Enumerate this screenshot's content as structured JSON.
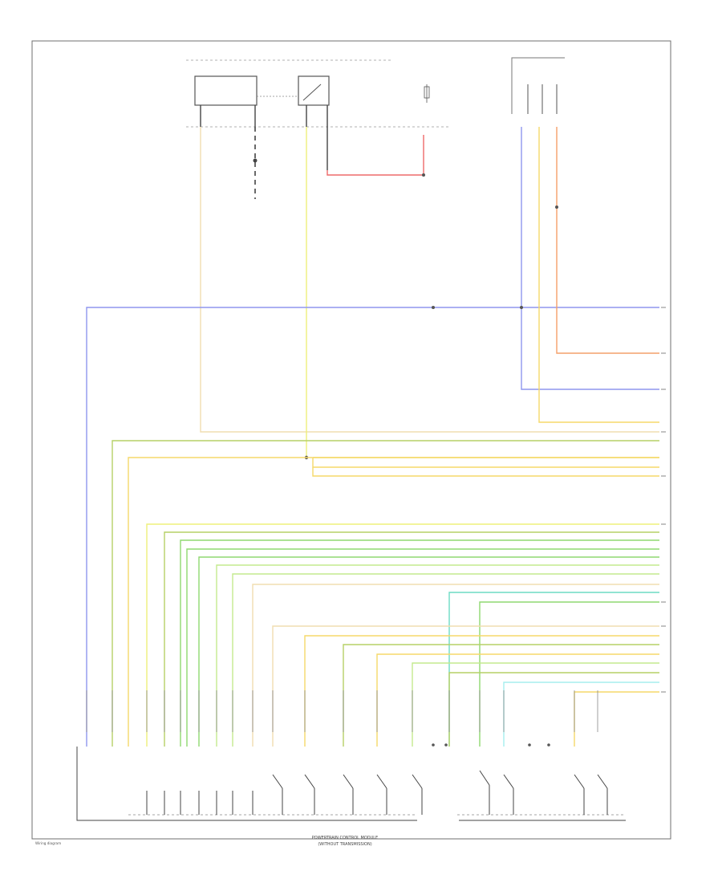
{
  "footer_caption": {
    "line1": "POWERTRAIN CONTROL MODULE",
    "line2": "(WITHOUT TRANSMISSION)"
  },
  "page_ref": "Wiring diagram",
  "colors": {
    "frame": "#6f6f6f",
    "blue": "#8f96ee",
    "yellow": "#f5d96a",
    "bright_yellow": "#eef07a",
    "orange": "#f4a06a",
    "red": "#ee6a6a",
    "green": "#8fd870",
    "light_green": "#c4ea8e",
    "olive": "#b6d066",
    "teal": "#6ddcc4",
    "cyan": "#a6eeee",
    "pale": "#f1ddb0",
    "gray": "#8a8a8a",
    "black": "#333333"
  }
}
